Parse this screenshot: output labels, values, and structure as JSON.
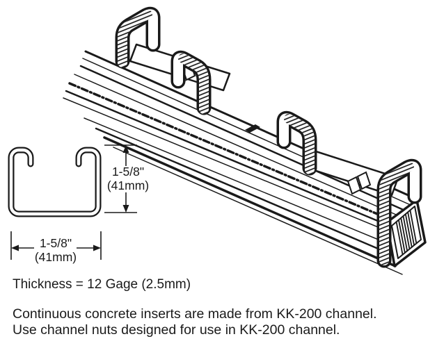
{
  "diagram": {
    "dim_height": {
      "line1": "1-5/8\"",
      "line2": "(41mm)"
    },
    "dim_width": {
      "line1": "1-5/8\"",
      "line2": "(41mm)"
    },
    "thickness_note": "Thickness = 12 Gage (2.5mm)",
    "caption": {
      "line1": "Continuous concrete inserts are made from KK-200 channel.",
      "line2": "Use channel nuts designed for use in KK-200 channel."
    }
  },
  "colors": {
    "ink": "#1a1a1a",
    "background": "#ffffff"
  }
}
